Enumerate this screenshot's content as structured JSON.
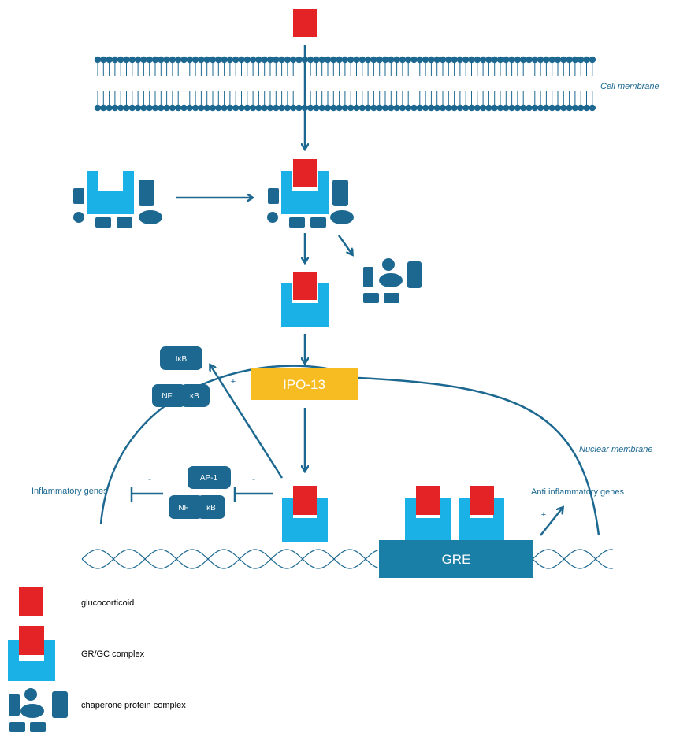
{
  "labels": {
    "cell_membrane": "Cell membrane",
    "nuclear_membrane": "Nuclear membrane",
    "ipo13": "IPO-13",
    "gre": "GRE",
    "ikb": "IκB",
    "nf_top": "NF",
    "kb_top": "κB",
    "ap1": "AP-1",
    "nf_mid": "NF",
    "kb_mid": "κB",
    "inflammatory_genes": "Inflammatory genes",
    "anti_inflammatory_genes": "Anti inflammatory genes",
    "plus_ikb": "+",
    "plus_anti": "+",
    "minus_left": "-",
    "minus_right": "-"
  },
  "legend": {
    "glucocorticoid": "glucocorticoid",
    "gr_gc_complex": "GR/GC complex",
    "chaperone_complex": "chaperone protein complex"
  },
  "colors": {
    "glucocorticoid": "#e32326",
    "gr_receptor": "#1ab2e6",
    "chaperone": "#1c6890",
    "ipo13": "#f7bc22",
    "gre": "#197fa6",
    "text_blue": "#1c6890",
    "line": "#1c6890"
  },
  "icons": [
    "red-square-glucocorticoid",
    "u-shaped-receptor",
    "chaperone-blobs",
    "double-helix-dna"
  ]
}
